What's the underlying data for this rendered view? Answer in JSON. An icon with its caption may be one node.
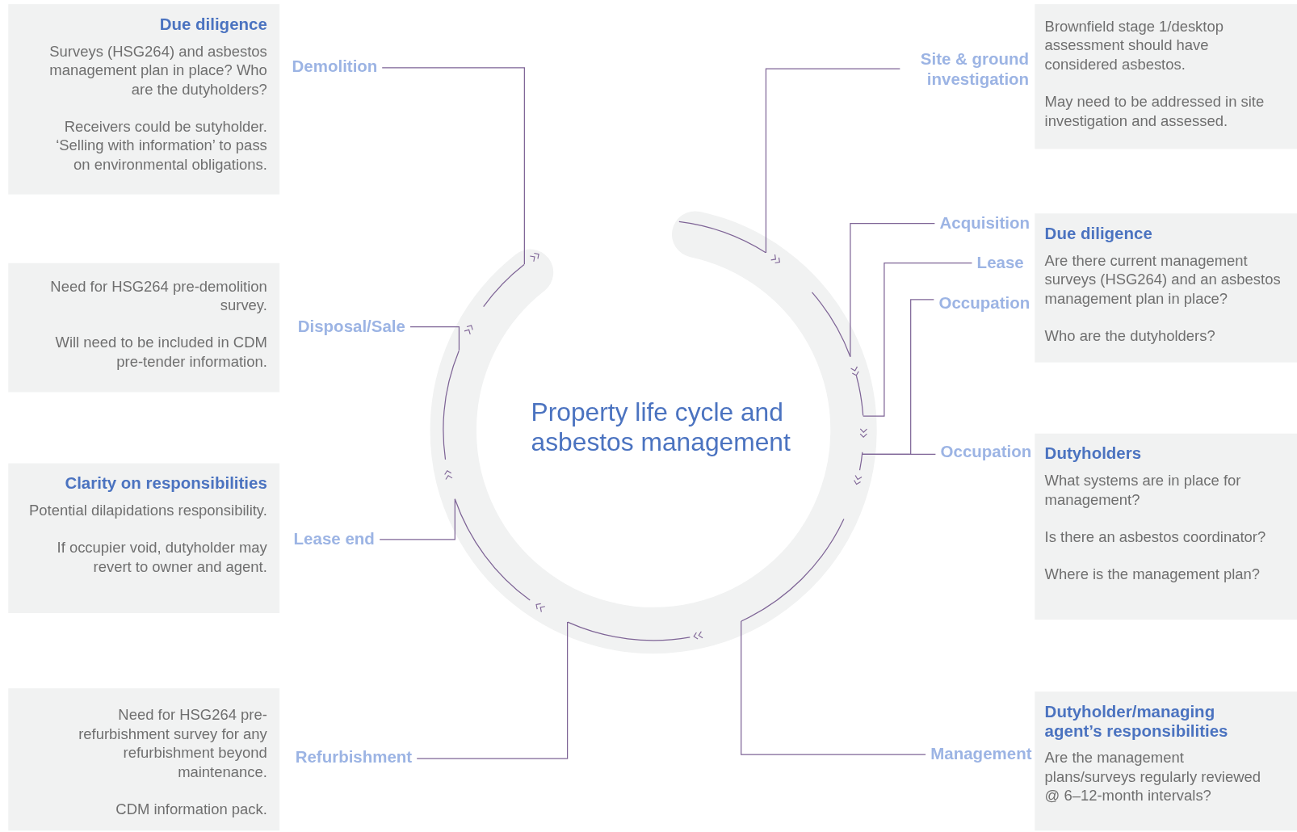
{
  "diagram": {
    "title": "Property life cycle and asbestos management",
    "nodes": [
      {
        "text": [],
        "shape": "ring"
      },
      {
        "text": [
          "Due diligence",
          "Surveys (HSG264) and asbestos management plan in place? Who are the dutyholders?",
          "Receivers could be sutyholder. ‘Selling with information’ to pass on environmental obligations."
        ]
      },
      {
        "text": [
          "Demolition"
        ]
      },
      {
        "text": [
          "Need for HSG264 pre-demolition survey.",
          "Will need to be included in CDM pre-tender information."
        ]
      },
      {
        "text": [
          "Disposal/Sale"
        ]
      },
      {
        "text": [
          "Clarity on responsibilities",
          "Potential dilapidations responsibility.",
          "If occupier void, dutyholder may revert to owner and agent."
        ]
      },
      {
        "text": [
          "Lease end"
        ]
      },
      {
        "text": [
          "Need for HSG264 pre-refurbishment survey for any refurbishment beyond maintenance.",
          "CDM information pack."
        ]
      },
      {
        "text": [
          "Refurbishment"
        ]
      },
      {
        "text": [
          "Site & ground investigation"
        ]
      },
      {
        "text": [
          "Brownfield stage 1/desktop assessment should have considered asbestos.",
          "May need to be addressed in site investigation and assessed."
        ]
      },
      {
        "text": [
          "Acquisition"
        ]
      },
      {
        "text": [
          "Lease"
        ]
      },
      {
        "text": [
          "Occupation"
        ]
      },
      {
        "text": [
          "Due diligence",
          "Are there current management surveys (HSG264) and an asbestos management plan in place?",
          "Who are the dutyholders?"
        ]
      },
      {
        "text": [
          "Occupation"
        ]
      },
      {
        "text": [
          "Dutyholders",
          "What systems are in place for management?",
          "Is there an asbestos coordinator?",
          "Where is the management plan?"
        ]
      },
      {
        "text": [
          "Management"
        ]
      },
      {
        "text": [
          "Dutyholder/managing agent’s responsibilities",
          "Are the management plans/surveys regularly reviewed @ 6–12-month intervals?"
        ]
      }
    ],
    "edges": [
      {
        "from": 2,
        "to": 0,
        "arrow": "none"
      },
      {
        "from": 4,
        "to": 0,
        "arrow": "none"
      },
      {
        "from": 6,
        "to": 0,
        "arrow": "none"
      },
      {
        "from": 8,
        "to": 0,
        "arrow": "none"
      },
      {
        "from": 9,
        "to": 0,
        "arrow": "none"
      },
      {
        "from": 11,
        "to": 0,
        "arrow": "none"
      },
      {
        "from": 12,
        "to": 0,
        "arrow": "none"
      },
      {
        "from": 13,
        "to": 0,
        "arrow": "none"
      },
      {
        "from": 15,
        "to": 0,
        "arrow": "none"
      },
      {
        "from": 17,
        "to": 0,
        "arrow": "none"
      }
    ]
  }
}
